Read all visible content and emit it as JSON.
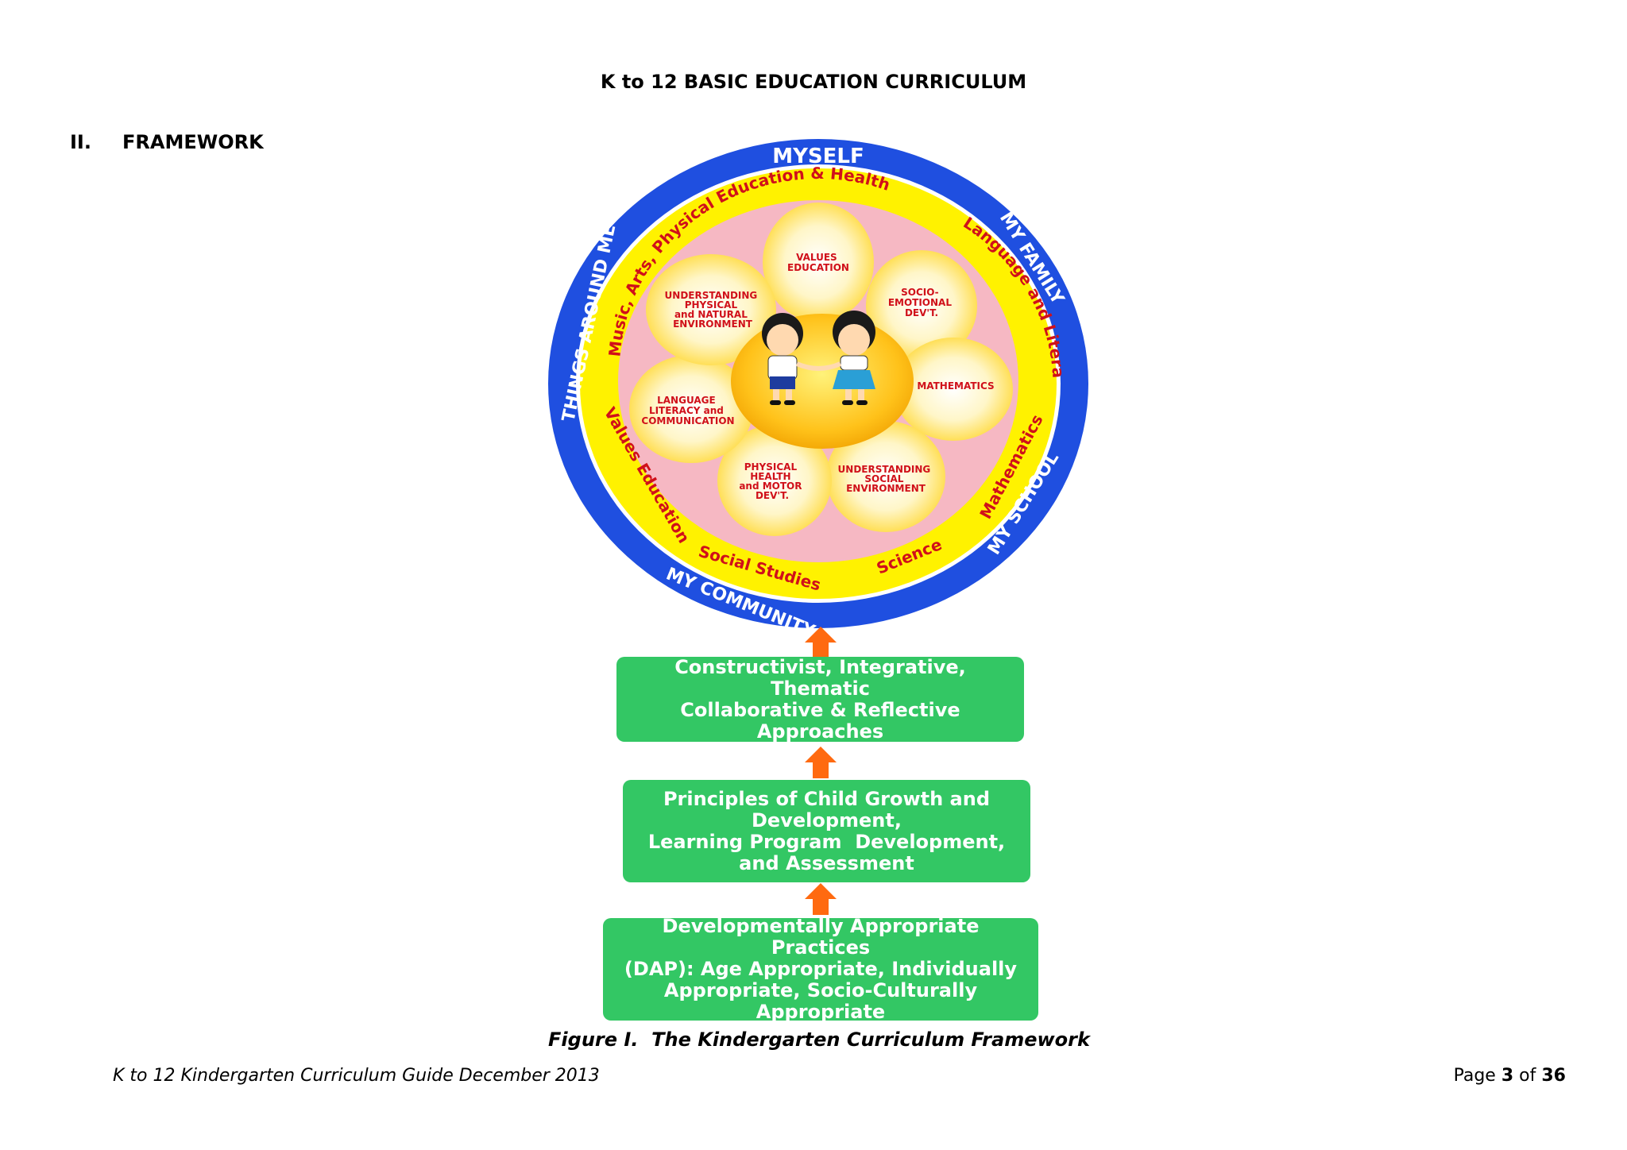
{
  "header": {
    "title": "K to 12 BASIC EDUCATION CURRICULUM"
  },
  "section": {
    "number": "II.",
    "title": "FRAMEWORK"
  },
  "framework": {
    "outer_ring": [
      "MYSELF",
      "MY FAMILY",
      "MY SCHOOL",
      "MY COMMUNITY",
      "THINGS AROUND ME"
    ],
    "middle_ring": [
      "Music, Arts, Physical Education & Health",
      "Language and Literacy",
      "Mathematics",
      "Science",
      "Social Studies",
      "Values Education"
    ],
    "petals": [
      {
        "lines": [
          "VALUES",
          "EDUCATION"
        ]
      },
      {
        "lines": [
          "SOCIO-",
          "EMOTIONAL",
          "DEV'T."
        ]
      },
      {
        "lines": [
          "MATHEMATICS"
        ]
      },
      {
        "lines": [
          "UNDERSTANDING",
          "SOCIAL",
          "ENVIRONMENT"
        ]
      },
      {
        "lines": [
          "PHYSICAL",
          "HEALTH",
          "and MOTOR",
          "DEV'T."
        ]
      },
      {
        "lines": [
          "LANGUAGE",
          "LITERACY and",
          "COMMUNICATION"
        ]
      },
      {
        "lines": [
          "UNDERSTANDING",
          "PHYSICAL",
          "and NATURAL",
          "ENVIRONMENT"
        ]
      }
    ],
    "boxes": {
      "approaches": [
        "Constructivist, Integrative, Thematic",
        "Collaborative & Reflective",
        "Approaches"
      ],
      "principles": [
        "Principles of Child Growth and",
        "Development,",
        "Learning Program  Development,",
        "and Assessment"
      ],
      "dap": [
        "Developmentally Appropriate Practices",
        "(DAP): Age Appropriate, Individually",
        "Appropriate, Socio-Culturally Appropriate"
      ]
    },
    "colors": {
      "outer_ring": "#1f4fe0",
      "middle_ring": "#fff200",
      "inner_disc": "#f6b8c3",
      "petal": "#fff3b0",
      "text_red": "#d0101a",
      "box_green": "#33c764",
      "arrow_orange": "#ff6a10"
    }
  },
  "caption": "Figure I.  The Kindergarten Curriculum Framework",
  "footer": {
    "left": "K to 12 Kindergarten Curriculum Guide December 2013",
    "page_word": "Page",
    "page_current": "3",
    "page_of": "of",
    "page_total": "36"
  }
}
